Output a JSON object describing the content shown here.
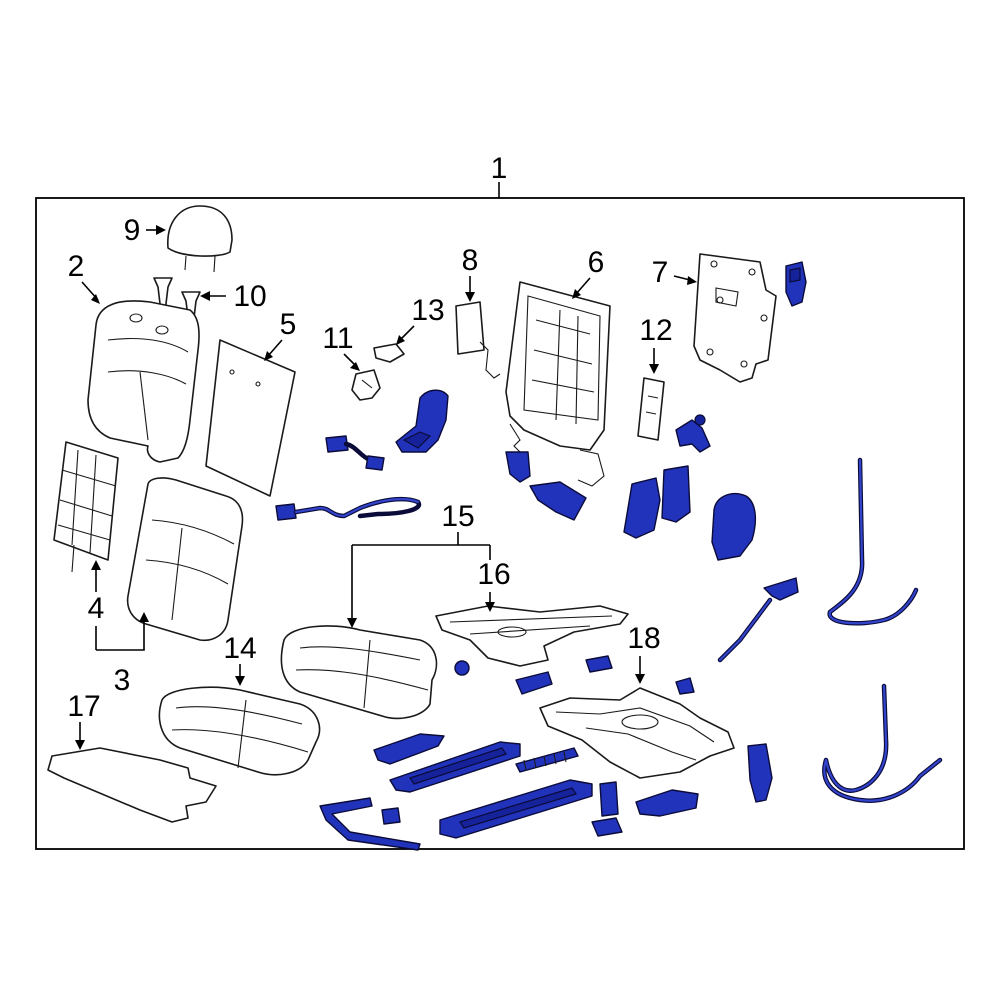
{
  "diagram": {
    "frame_label": "1",
    "callouts": [
      {
        "id": "c2",
        "label": "2"
      },
      {
        "id": "c3",
        "label": "3"
      },
      {
        "id": "c4",
        "label": "4"
      },
      {
        "id": "c5",
        "label": "5"
      },
      {
        "id": "c6",
        "label": "6"
      },
      {
        "id": "c7",
        "label": "7"
      },
      {
        "id": "c8",
        "label": "8"
      },
      {
        "id": "c9",
        "label": "9"
      },
      {
        "id": "c10",
        "label": "10"
      },
      {
        "id": "c11",
        "label": "11"
      },
      {
        "id": "c12",
        "label": "12"
      },
      {
        "id": "c13",
        "label": "13"
      },
      {
        "id": "c14",
        "label": "14"
      },
      {
        "id": "c15",
        "label": "15"
      },
      {
        "id": "c16",
        "label": "16"
      },
      {
        "id": "c17",
        "label": "17"
      },
      {
        "id": "c18",
        "label": "18"
      }
    ],
    "colors": {
      "highlight_part": "#2233bb",
      "outline": "#1a1a1a",
      "background": "#ffffff"
    }
  }
}
